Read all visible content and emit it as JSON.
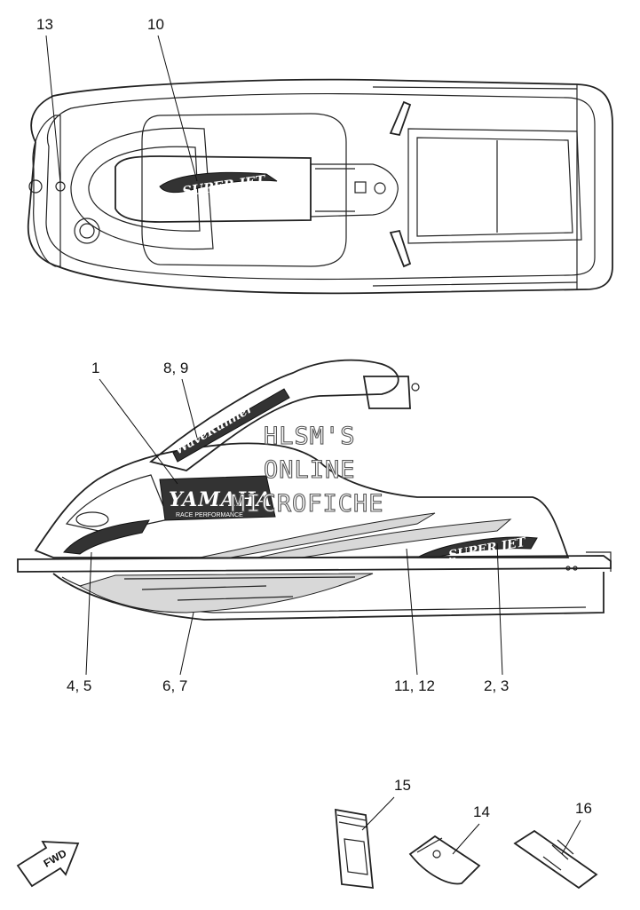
{
  "callouts": {
    "c13": "13",
    "c10": "10",
    "c1": "1",
    "c8_9": "8, 9",
    "c4_5": "4, 5",
    "c6_7": "6, 7",
    "c11_12": "11, 12",
    "c2_3": "2, 3",
    "c15": "15",
    "c14": "14",
    "c16": "16"
  },
  "decals": {
    "super_jet_top": "SUPER JET",
    "super_jet_side": "SUPER JET",
    "waverunner": "WaveRunner",
    "yamaha": "YAMAHA",
    "race_performance": "RACE PERFORMANCE"
  },
  "watermark": {
    "line1": "HLSM'S",
    "line2": "ONLINE",
    "line3": "MICROFICHE"
  },
  "fwd_arrow": "FWD"
}
